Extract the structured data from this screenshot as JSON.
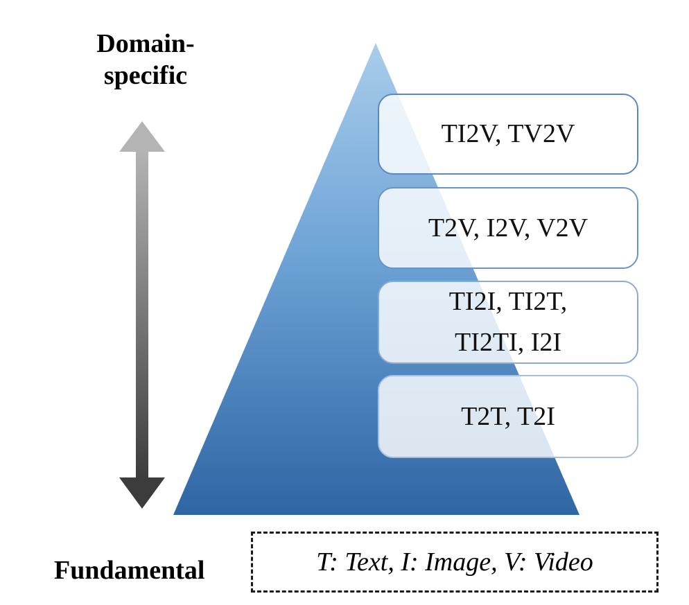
{
  "labels": {
    "top_line1": "Domain-",
    "top_line2": "specific",
    "bottom": "Fundamental"
  },
  "levels": [
    {
      "lines": [
        "TI2V, TV2V"
      ]
    },
    {
      "lines": [
        "T2V, I2V, V2V"
      ]
    },
    {
      "lines": [
        "TI2I, TI2T,",
        "TI2TI, I2I"
      ]
    },
    {
      "lines": [
        "T2T, T2I"
      ]
    }
  ],
  "legend": "T: Text, I: Image, V: Video",
  "colors": {
    "pyramid_top": "#a9cdeb",
    "pyramid_bottom": "#2e65a3",
    "arrow_top": "#b4b4b4",
    "arrow_bottom": "#3c3c3c"
  }
}
